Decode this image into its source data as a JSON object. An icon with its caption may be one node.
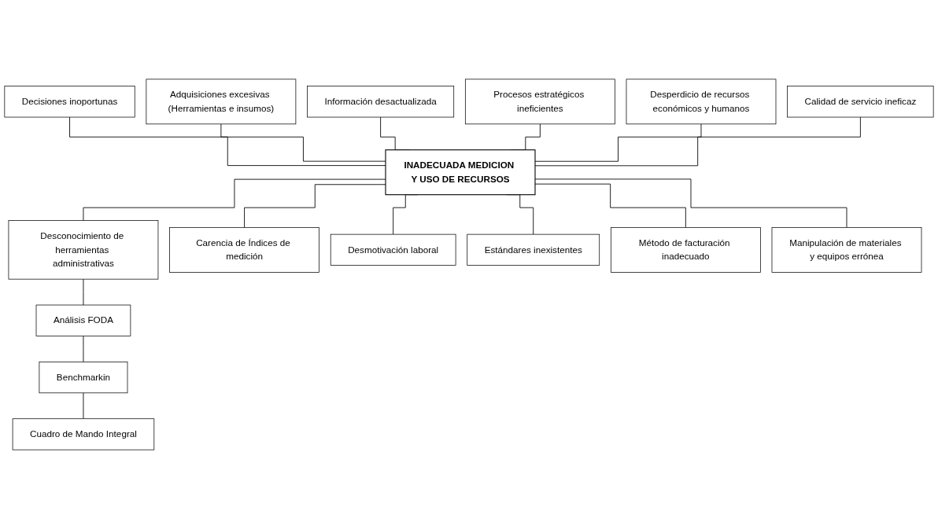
{
  "diagram": {
    "nodes": [
      {
        "text": [
          "Adquisiciones excesivas (Herramientas e insumos)"
        ]
      },
      {
        "text": [
          "Procesos estratégicos ineficientes"
        ]
      },
      {
        "text": [
          "Calidad de servicio ineficaz"
        ]
      },
      {
        "text": [
          "Decisiones inoportunas"
        ]
      },
      {
        "text": [
          "Información desactualizada"
        ]
      },
      {
        "text": [
          "Desperdicio de recursos económicos y humanos"
        ]
      },
      {
        "text": [
          "INADECUADA MEDICION Y USO DE RECURSOS"
        ]
      },
      {
        "text": [
          "Desconocimiento de herramientas administrativas"
        ]
      },
      {
        "text": [
          "Carencia de Índices de medición"
        ]
      },
      {
        "text": [
          "Desmotivación laboral"
        ]
      },
      {
        "text": [
          "Estándares inexistentes"
        ]
      },
      {
        "text": [
          "Método de facturación inadecuado"
        ]
      },
      {
        "text": [
          "Manipulación de materiales y equipos errónea"
        ]
      },
      {
        "text": [
          "Análisis FODA"
        ]
      },
      {
        "text": [
          "Benchmarkin"
        ]
      },
      {
        "text": [
          "Cuadro de Mando Integral"
        ]
      }
    ],
    "edges": [
      {
        "from": 3,
        "to": 6,
        "arrow": "none"
      },
      {
        "from": 0,
        "to": 6,
        "arrow": "none"
      },
      {
        "from": 4,
        "to": 6,
        "arrow": "none"
      },
      {
        "from": 1,
        "to": 6,
        "arrow": "none"
      },
      {
        "from": 5,
        "to": 6,
        "arrow": "none"
      },
      {
        "from": 2,
        "to": 6,
        "arrow": "none"
      },
      {
        "from": 6,
        "to": 7,
        "arrow": "none"
      },
      {
        "from": 6,
        "to": 8,
        "arrow": "none"
      },
      {
        "from": 6,
        "to": 9,
        "arrow": "none"
      },
      {
        "from": 6,
        "to": 10,
        "arrow": "none"
      },
      {
        "from": 6,
        "to": 12,
        "arrow": "none"
      },
      {
        "from": 6,
        "to": 11,
        "arrow": "none"
      },
      {
        "from": 7,
        "to": 13,
        "arrow": "none"
      },
      {
        "from": 13,
        "to": 14,
        "arrow": "none"
      },
      {
        "from": 14,
        "to": 15,
        "arrow": "none"
      }
    ]
  }
}
